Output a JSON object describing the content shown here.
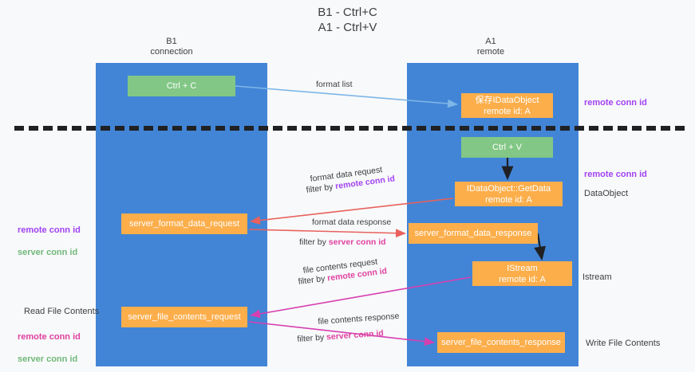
{
  "title": "B1 - Ctrl+C\nA1 - Ctrl+V",
  "lanes": [
    {
      "name": "b1",
      "header": "B1\nconnection"
    },
    {
      "name": "a1",
      "header": "A1\nremote"
    }
  ],
  "nodes": [
    {
      "id": "ctrl-c",
      "label": "Ctrl + C",
      "color": "#82c785",
      "lane": "b1"
    },
    {
      "id": "save-idataobject",
      "label": "保存IDataObject\nremote id: A",
      "color": "#fcae4b",
      "lane": "a1"
    },
    {
      "id": "ctrl-v",
      "label": "Ctrl + V",
      "color": "#82c785",
      "lane": "a1"
    },
    {
      "id": "idataobject-getdata",
      "label": "IDataObject::GetData\nremote id: A",
      "color": "#fcae4b",
      "lane": "a1"
    },
    {
      "id": "server-format-data-request",
      "label": "server_format_data_request",
      "color": "#fcae4b",
      "lane": "b1"
    },
    {
      "id": "server-format-data-response",
      "label": "server_format_data_response",
      "color": "#fcae4b",
      "lane": "a1"
    },
    {
      "id": "istream",
      "label": "IStream\nremote id: A",
      "color": "#fcae4b",
      "lane": "a1"
    },
    {
      "id": "server-file-contents-request",
      "label": "server_file_contents_request",
      "color": "#fcae4b",
      "lane": "b1"
    },
    {
      "id": "server-file-contents-response",
      "label": "server_file_contents_response",
      "color": "#fcae4b",
      "lane": "a1"
    }
  ],
  "edge_labels": {
    "format_list": "format list",
    "format_data_request": "format data request",
    "format_data_request_filter_prefix": "filter by ",
    "format_data_request_filter_key": "remote conn id",
    "format_data_response": "format data response",
    "format_data_response_filter_prefix": "filter by ",
    "format_data_response_filter_key": "server conn id",
    "file_contents_request": "file contents request",
    "file_contents_request_filter_prefix": "filter by ",
    "file_contents_request_filter_key": "remote conn id",
    "file_contents_response": "file contents response",
    "file_contents_response_filter_prefix": "filter by ",
    "file_contents_response_filter_key": "server conn id"
  },
  "annotations": {
    "right": [
      {
        "id": "right-remote-conn-id-1",
        "text": "remote conn id",
        "color": "#a142f4"
      },
      {
        "id": "right-remote-conn-id-2",
        "text": "remote conn id",
        "color": "#a142f4"
      },
      {
        "id": "right-dataobject",
        "text": "DataObject",
        "color": "#3c4043"
      },
      {
        "id": "right-istream",
        "text": "Istream",
        "color": "#3c4043"
      },
      {
        "id": "right-write-file",
        "text": "Write File Contents",
        "color": "#3c4043"
      }
    ],
    "left": [
      {
        "id": "left-conn-ids-1",
        "text": "remote conn id\nserver conn id",
        "color": "#a142f4"
      },
      {
        "id": "left-read-file",
        "text": "Read File Contents",
        "color": "#3c4043"
      },
      {
        "id": "left-conn-ids-2",
        "text": "remote conn id\nserver conn id",
        "color": "#e040a0"
      }
    ]
  },
  "colors": {
    "lane": "#4285d6",
    "node_green": "#82c785",
    "node_orange": "#fcae4b",
    "background": "#f8f9fa",
    "divider": "#202124",
    "arrow_blue": "#7eb6e8",
    "arrow_red": "#e8615c",
    "arrow_magenta": "#d63fb0",
    "arrow_dark": "#202124",
    "text_purple": "#a142f4",
    "text_green": "#71b87a",
    "text_pink": "#e040a0"
  }
}
